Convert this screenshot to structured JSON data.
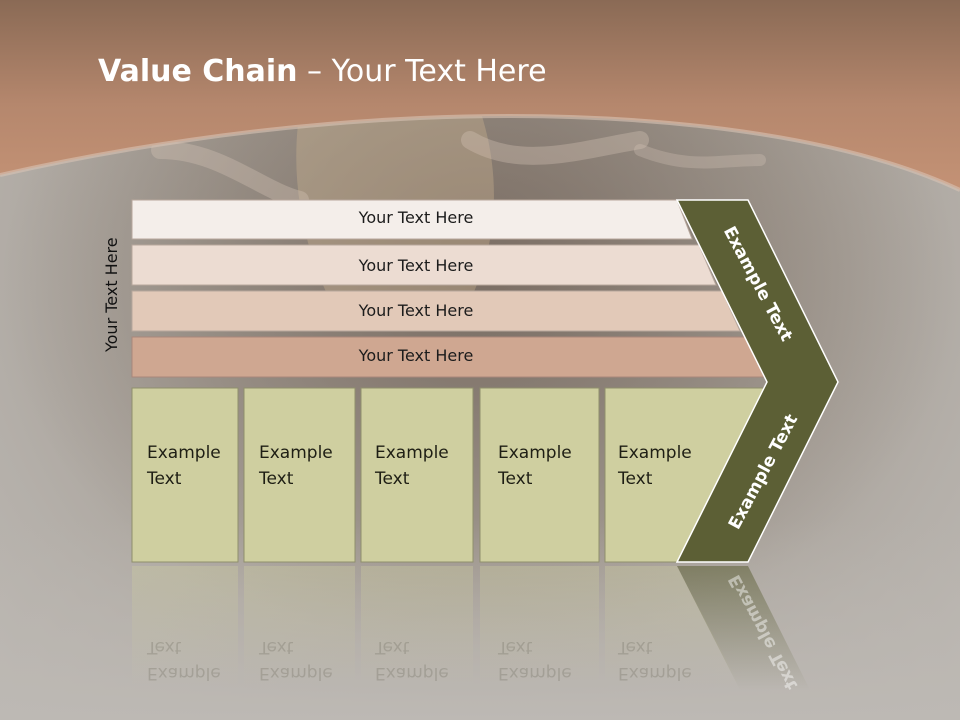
{
  "title": {
    "bold": "Value Chain",
    "rest": " – Your Text Here"
  },
  "side_label": "Your Text Here",
  "rows": [
    {
      "label": "Your Text Here",
      "color": "#f4eeea"
    },
    {
      "label": "Your Text Here",
      "color": "#ecdcd2"
    },
    {
      "label": "Your Text Here",
      "color": "#e2c9b8"
    },
    {
      "label": "Your Text Here",
      "color": "#cfa791"
    }
  ],
  "boxes": [
    {
      "line1": "Example",
      "line2": "Text"
    },
    {
      "line1": "Example",
      "line2": "Text"
    },
    {
      "line1": "Example",
      "line2": "Text"
    },
    {
      "line1": "Example",
      "line2": "Text"
    },
    {
      "line1": "Example",
      "line2": "Text"
    }
  ],
  "chevron": {
    "upper_label": "Example Text",
    "lower_label": "Example Text",
    "color": "#5c5f35"
  },
  "colors": {
    "title_band": "#b0826a",
    "box_fill": "#cfcfa0",
    "box_border": "#8f8f6c"
  }
}
